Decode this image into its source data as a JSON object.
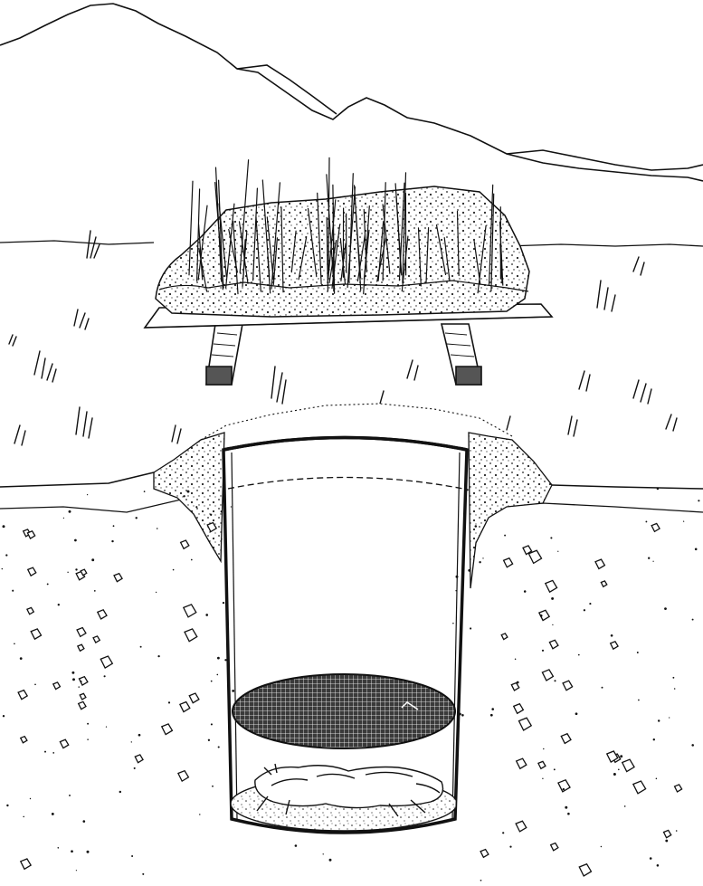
{
  "illustration": {
    "labels": [],
    "colors": {
      "ink": "#111111",
      "paper": "#ffffff",
      "sand": "#e9e9e9",
      "soil": "#f4f4f4"
    },
    "parts": [
      "mountain-ridge",
      "horizon-line",
      "sod-block-with-grass",
      "plywood-board",
      "wooden-runner-left",
      "wooden-runner-right",
      "ground-surface",
      "spoil-mound",
      "pitfall-bucket",
      "mesh-screen",
      "preserved-animal-carcass",
      "scattered-pebbles"
    ]
  }
}
